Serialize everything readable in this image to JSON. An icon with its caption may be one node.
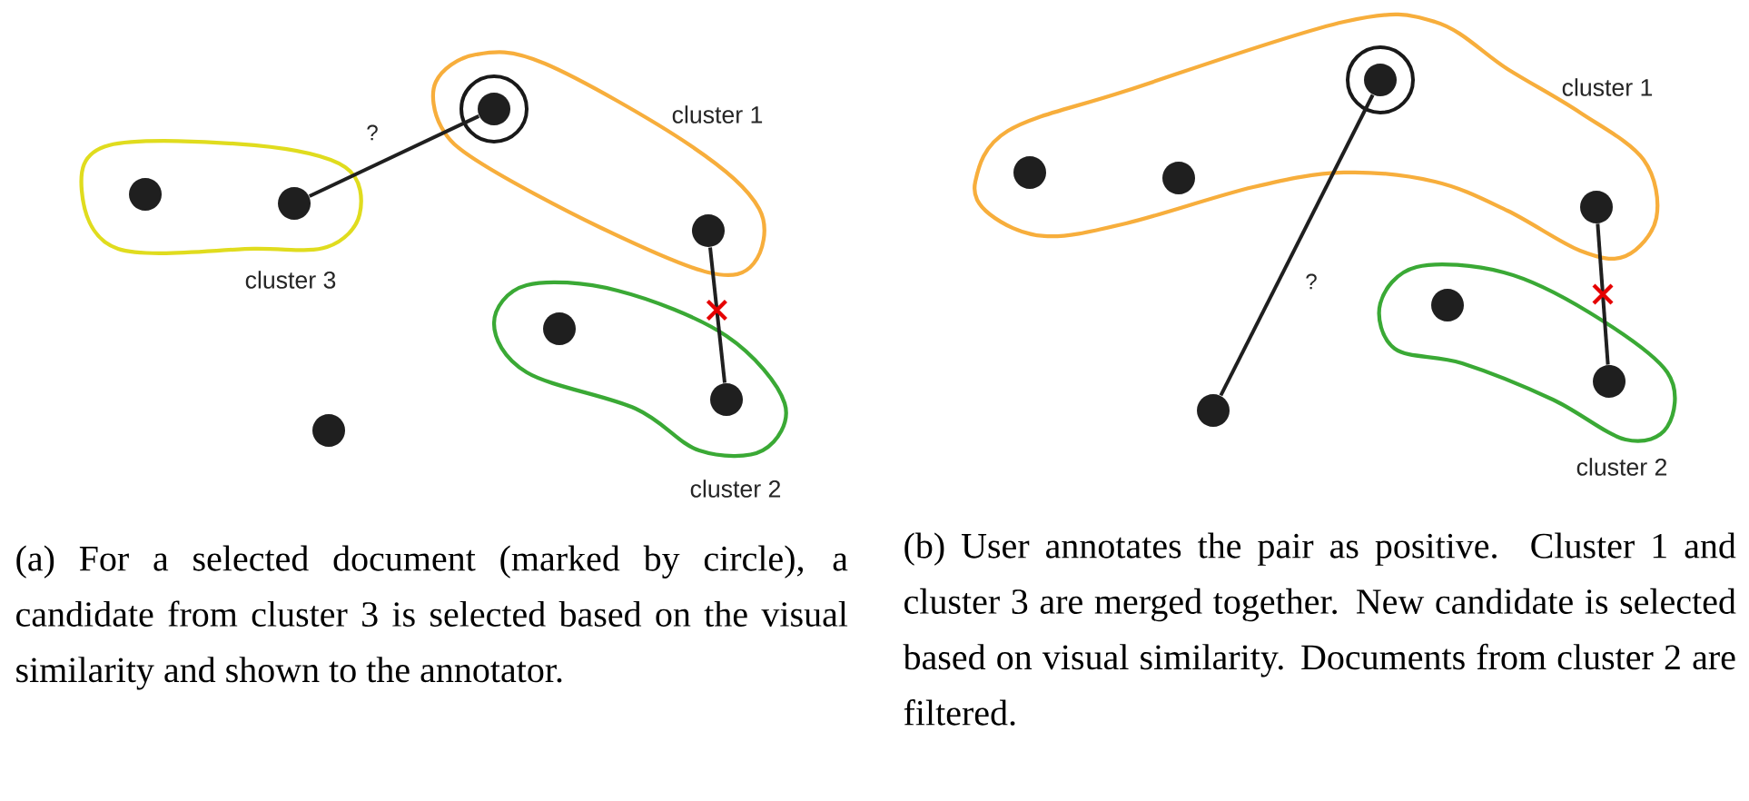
{
  "diagram": {
    "nodes": [
      {
        "text": [
          "cluster 3"
        ]
      },
      {
        "text": [],
        "shape": "circle",
        "in": 0
      },
      {
        "text": [],
        "shape": "circle",
        "in": 0
      },
      {
        "text": [
          "cluster 1"
        ]
      },
      {
        "text": [],
        "shape": "circle",
        "in": 3
      },
      {
        "text": [],
        "shape": "circle",
        "in": 3
      },
      {
        "text": [
          "cluster 2"
        ]
      },
      {
        "text": [],
        "shape": "circle",
        "in": 6
      },
      {
        "text": [],
        "shape": "circle",
        "in": 6
      },
      {
        "text": [],
        "shape": "circle"
      },
      {
        "text": [
          "cluster 1"
        ]
      },
      {
        "text": [],
        "shape": "circle",
        "in": 10
      },
      {
        "text": [],
        "shape": "circle",
        "in": 10
      },
      {
        "text": [],
        "shape": "circle",
        "in": 10
      },
      {
        "text": [],
        "shape": "circle",
        "in": 10
      },
      {
        "text": [
          "cluster 2"
        ]
      },
      {
        "text": [],
        "shape": "circle",
        "in": 15
      },
      {
        "text": [],
        "shape": "circle",
        "in": 15
      },
      {
        "text": [],
        "shape": "circle"
      }
    ],
    "edges": [
      {
        "from": 2,
        "to": 4,
        "arrow": "none",
        "label": "?"
      },
      {
        "from": 5,
        "to": 8,
        "arrow": "none"
      },
      {
        "from": 13,
        "to": 18,
        "arrow": "none",
        "label": "?"
      },
      {
        "from": 14,
        "to": 17,
        "arrow": "none"
      }
    ],
    "labels": [
      "(a) For a selected document (marked by circle), a candidate from cluster 3 is selected based on the visual similarity and shown to the annotator.",
      "(b) User annotates the pair as positive. Cluster 1 and cluster 3 are merged together. New candidate is selected based on visual similarity. Documents from cluster 2 are filtered."
    ]
  }
}
